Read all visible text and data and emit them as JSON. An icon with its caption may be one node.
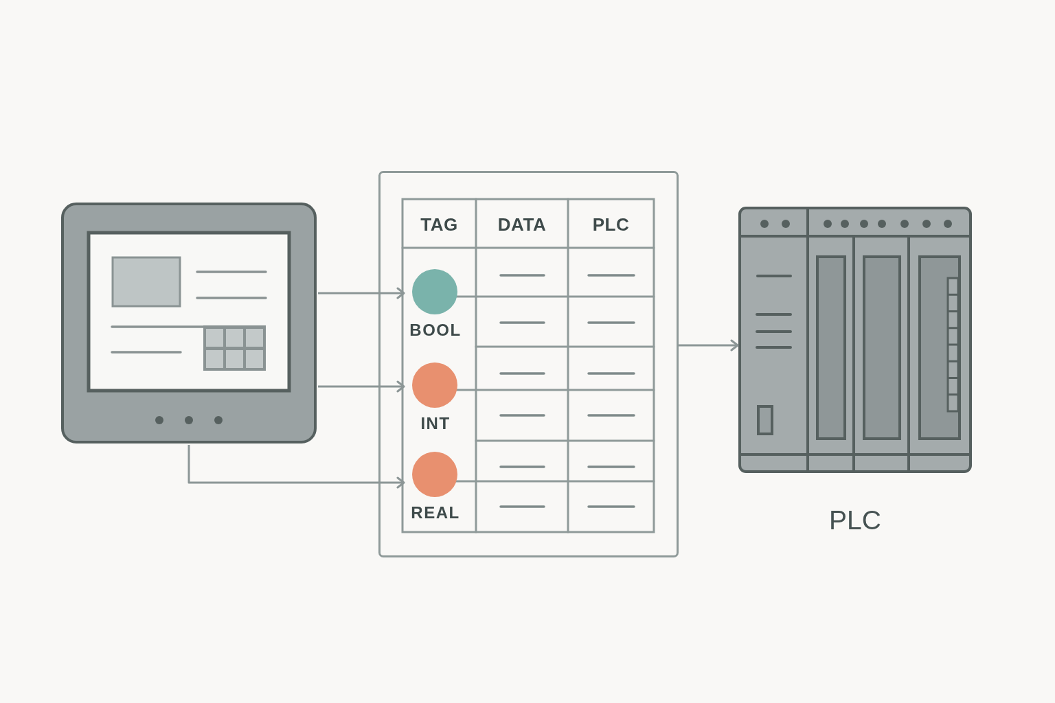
{
  "diagram": {
    "nodes": [
      {
        "text": [],
        "shape": "picture"
      },
      {
        "text": [],
        "shape": "box"
      },
      {
        "text": [
          "BOOL"
        ],
        "in": 1
      },
      {
        "text": [
          "INT"
        ],
        "in": 1
      },
      {
        "text": [
          "REAL"
        ],
        "in": 1
      },
      {
        "text": [
          "PLC"
        ]
      }
    ],
    "edges": [
      {
        "from": 0,
        "to": 2,
        "arrow": "to"
      },
      {
        "from": 0,
        "to": 3,
        "arrow": "to"
      },
      {
        "from": 0,
        "to": 4,
        "arrow": "to"
      },
      {
        "from": 1,
        "to": 5,
        "arrow": "to"
      }
    ],
    "labels": [
      "TAG",
      "DATA",
      "PLC"
    ]
  }
}
